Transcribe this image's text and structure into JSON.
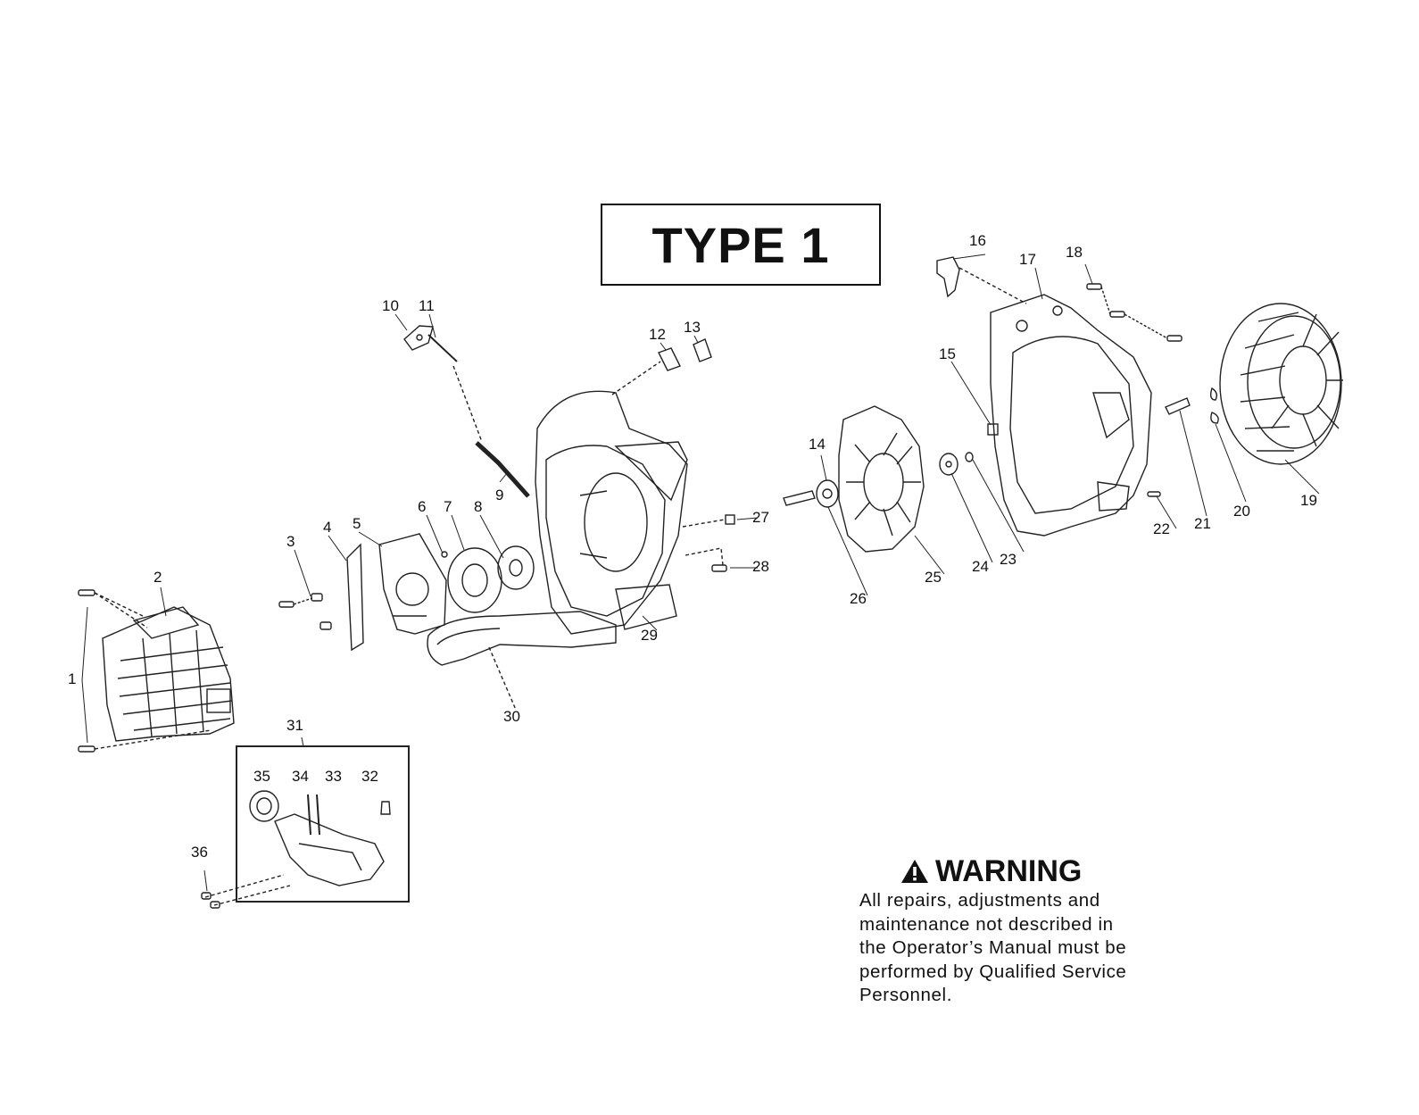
{
  "title": "TYPE 1",
  "warning": {
    "heading": "WARNING",
    "icon": "warning-triangle-icon",
    "lines": [
      "All repairs, adjustments and",
      "maintenance not described in",
      "the Operator’s Manual must be",
      "performed by Qualified Service",
      "Personnel."
    ]
  },
  "parts": [
    {
      "id": "1",
      "label": "1"
    },
    {
      "id": "2",
      "label": "2"
    },
    {
      "id": "3",
      "label": "3"
    },
    {
      "id": "4",
      "label": "4"
    },
    {
      "id": "5",
      "label": "5"
    },
    {
      "id": "6",
      "label": "6"
    },
    {
      "id": "7",
      "label": "7"
    },
    {
      "id": "8",
      "label": "8"
    },
    {
      "id": "9",
      "label": "9"
    },
    {
      "id": "10",
      "label": "10"
    },
    {
      "id": "11",
      "label": "11"
    },
    {
      "id": "12",
      "label": "12"
    },
    {
      "id": "13",
      "label": "13"
    },
    {
      "id": "14",
      "label": "14"
    },
    {
      "id": "15",
      "label": "15"
    },
    {
      "id": "16",
      "label": "16"
    },
    {
      "id": "17",
      "label": "17"
    },
    {
      "id": "18",
      "label": "18"
    },
    {
      "id": "19",
      "label": "19"
    },
    {
      "id": "20",
      "label": "20"
    },
    {
      "id": "21",
      "label": "21"
    },
    {
      "id": "22",
      "label": "22"
    },
    {
      "id": "23",
      "label": "23"
    },
    {
      "id": "24",
      "label": "24"
    },
    {
      "id": "25",
      "label": "25"
    },
    {
      "id": "26",
      "label": "26"
    },
    {
      "id": "27",
      "label": "27"
    },
    {
      "id": "28",
      "label": "28"
    },
    {
      "id": "29",
      "label": "29"
    },
    {
      "id": "30",
      "label": "30"
    },
    {
      "id": "31",
      "label": "31"
    },
    {
      "id": "32",
      "label": "32"
    },
    {
      "id": "33",
      "label": "33"
    },
    {
      "id": "34",
      "label": "34"
    },
    {
      "id": "35",
      "label": "35"
    },
    {
      "id": "36",
      "label": "36"
    }
  ]
}
